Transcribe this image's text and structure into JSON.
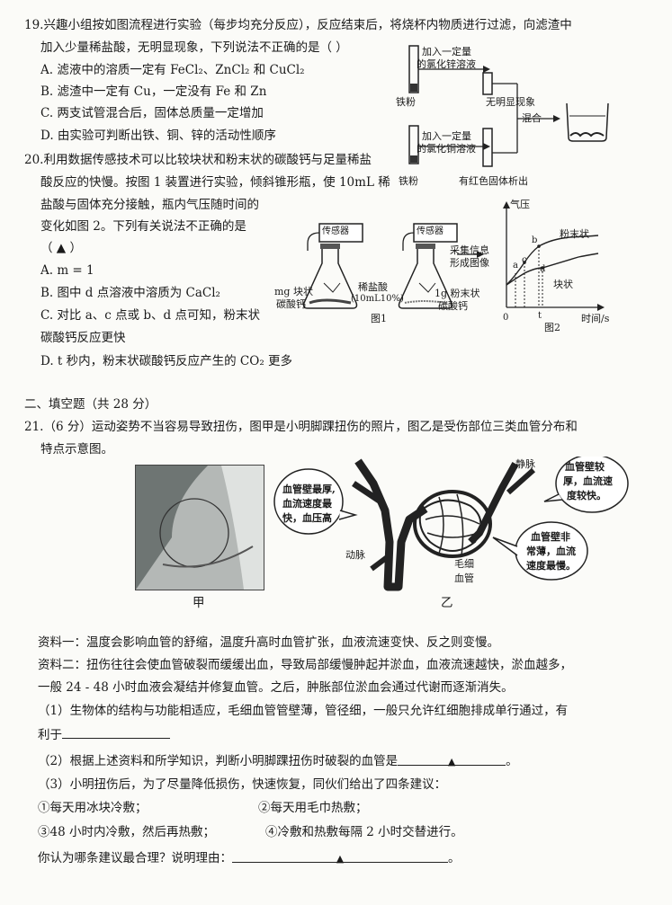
{
  "q19": {
    "stem1": "19.兴趣小组按如图流程进行实验（每步均充分反应），反应结束后，将烧杯内物质进行过滤，向滤渣中",
    "stem2": "加入少量稀盐酸，无明显现象，下列说法不正确的是（      ）",
    "optA1": "A. 滤液中的溶质一定有 FeCl₂、ZnCl₂ 和 CuCl₂",
    "optB": "B. 滤渣中一定有 Cu，一定没有 Fe 和 Zn",
    "optC": "C. 两支试管混合后，固体总质量一定增加",
    "optD": "D. 由实验可判断出铁、铜、锌的活动性顺序",
    "diagram": {
      "add_zn": "加入一定量",
      "add_zn2": "的氯化锌溶液",
      "add_cu": "加入一定量",
      "add_cu2": "的氯化铜溶液",
      "iron1": "铁粉",
      "iron2": "铁粉",
      "no_change": "无明显现象",
      "red_solid": "有红色固体析出",
      "mix": "混合"
    }
  },
  "q20": {
    "stem1": "20.利用数据传感技术可以比较块状和粉末状的碳酸钙与足量稀盐",
    "stem2": "酸反应的快慢。按图 1 装置进行实验，倾斜锥形瓶，使 10mL 稀",
    "stem3": "盐酸与固体充分接触，瓶内气压随时间的",
    "stem4": "变化如图 2。下列有关说法不正确的是",
    "stem5": "（ ▲ ）",
    "optA": "A. m = 1",
    "optB": "B. 图中 d 点溶液中溶质为 CaCl₂",
    "optC1": "C. 对比 a、c 点或 b、d 点可知，粉末状",
    "optC2": "碳酸钙反应更快",
    "optD": "D. t 秒内，粉末状碳酸钙反应产生的 CO₂ 更多",
    "fig1": {
      "sensor1": "传感器",
      "sensor2": "传感器",
      "left_label1": "mg 块状",
      "left_label2": "碳酸钙",
      "acid1": "稀盐酸",
      "acid2": "(10mL10%)",
      "right_label1": "1g 粉末状",
      "right_label2": "碳酸钙",
      "collect1": "采集信息",
      "collect2": "形成图像",
      "caption": "图1"
    },
    "fig2": {
      "ylabel": "气压",
      "xlabel": "时间/s",
      "origin": "0",
      "t": "t",
      "powder": "粉末状",
      "block": "块状",
      "pa": "a",
      "pb": "b",
      "pc": "c",
      "pd": "d",
      "caption": "图2"
    }
  },
  "section2": "二、填空题（共 28 分）",
  "q21": {
    "stem1": "21.（6 分）运动姿势不当容易导致扭伤，图甲是小明脚踝扭伤的照片，图乙是受伤部位三类血管分布和",
    "stem2": "特点示意图。",
    "label_jia": "甲",
    "label_yi": "乙",
    "artery_bubble1": "血管壁最厚,",
    "artery_bubble2": "血流速度最",
    "artery_bubble3": "快，血压高",
    "vein_bubble1": "血管壁较",
    "vein_bubble2": "厚，血流速",
    "vein_bubble3": "度较快。",
    "cap_bubble1": "血管壁非",
    "cap_bubble2": "常薄，血流",
    "cap_bubble3": "速度最慢。",
    "artery": "动脉",
    "vein": "静脉",
    "capillary1": "毛细",
    "capillary2": "血管",
    "info1": "资料一：温度会影响血管的舒缩，温度升高时血管扩张，血液流速变快、反之则变慢。",
    "info2a": "资料二：扭伤往往会使血管破裂而缓缓出血，导致局部缓慢肿起并淤血，血液流速越快，淤血越多，",
    "info2b": "一般 24 - 48 小时血液会凝结并修复血管。之后，肿胀部位淤血会通过代谢而逐渐消失。",
    "q1a": "（1）生物体的结构与功能相适应，毛细血管管壁薄，管径细，一般只允许红细胞排成单行通过，有",
    "q1b": "利于",
    "q2": "（2）根据上述资料和所学知识，判断小明脚踝扭伤时破裂的血管是",
    "q3": "（3）小明扭伤后，为了尽量降低损伤，快速恢复，同伙们给出了四条建议：",
    "s1": "①每天用冰块冷敷；",
    "s2": "②每天用毛巾热敷；",
    "s3": "③48 小时内冷敷，然后再热敷；",
    "s4": "④冷敷和热敷每隔 2 小时交替进行。",
    "q4": "你认为哪条建议最合理？说明理由：",
    "triangle": "▲",
    "period": "。"
  }
}
